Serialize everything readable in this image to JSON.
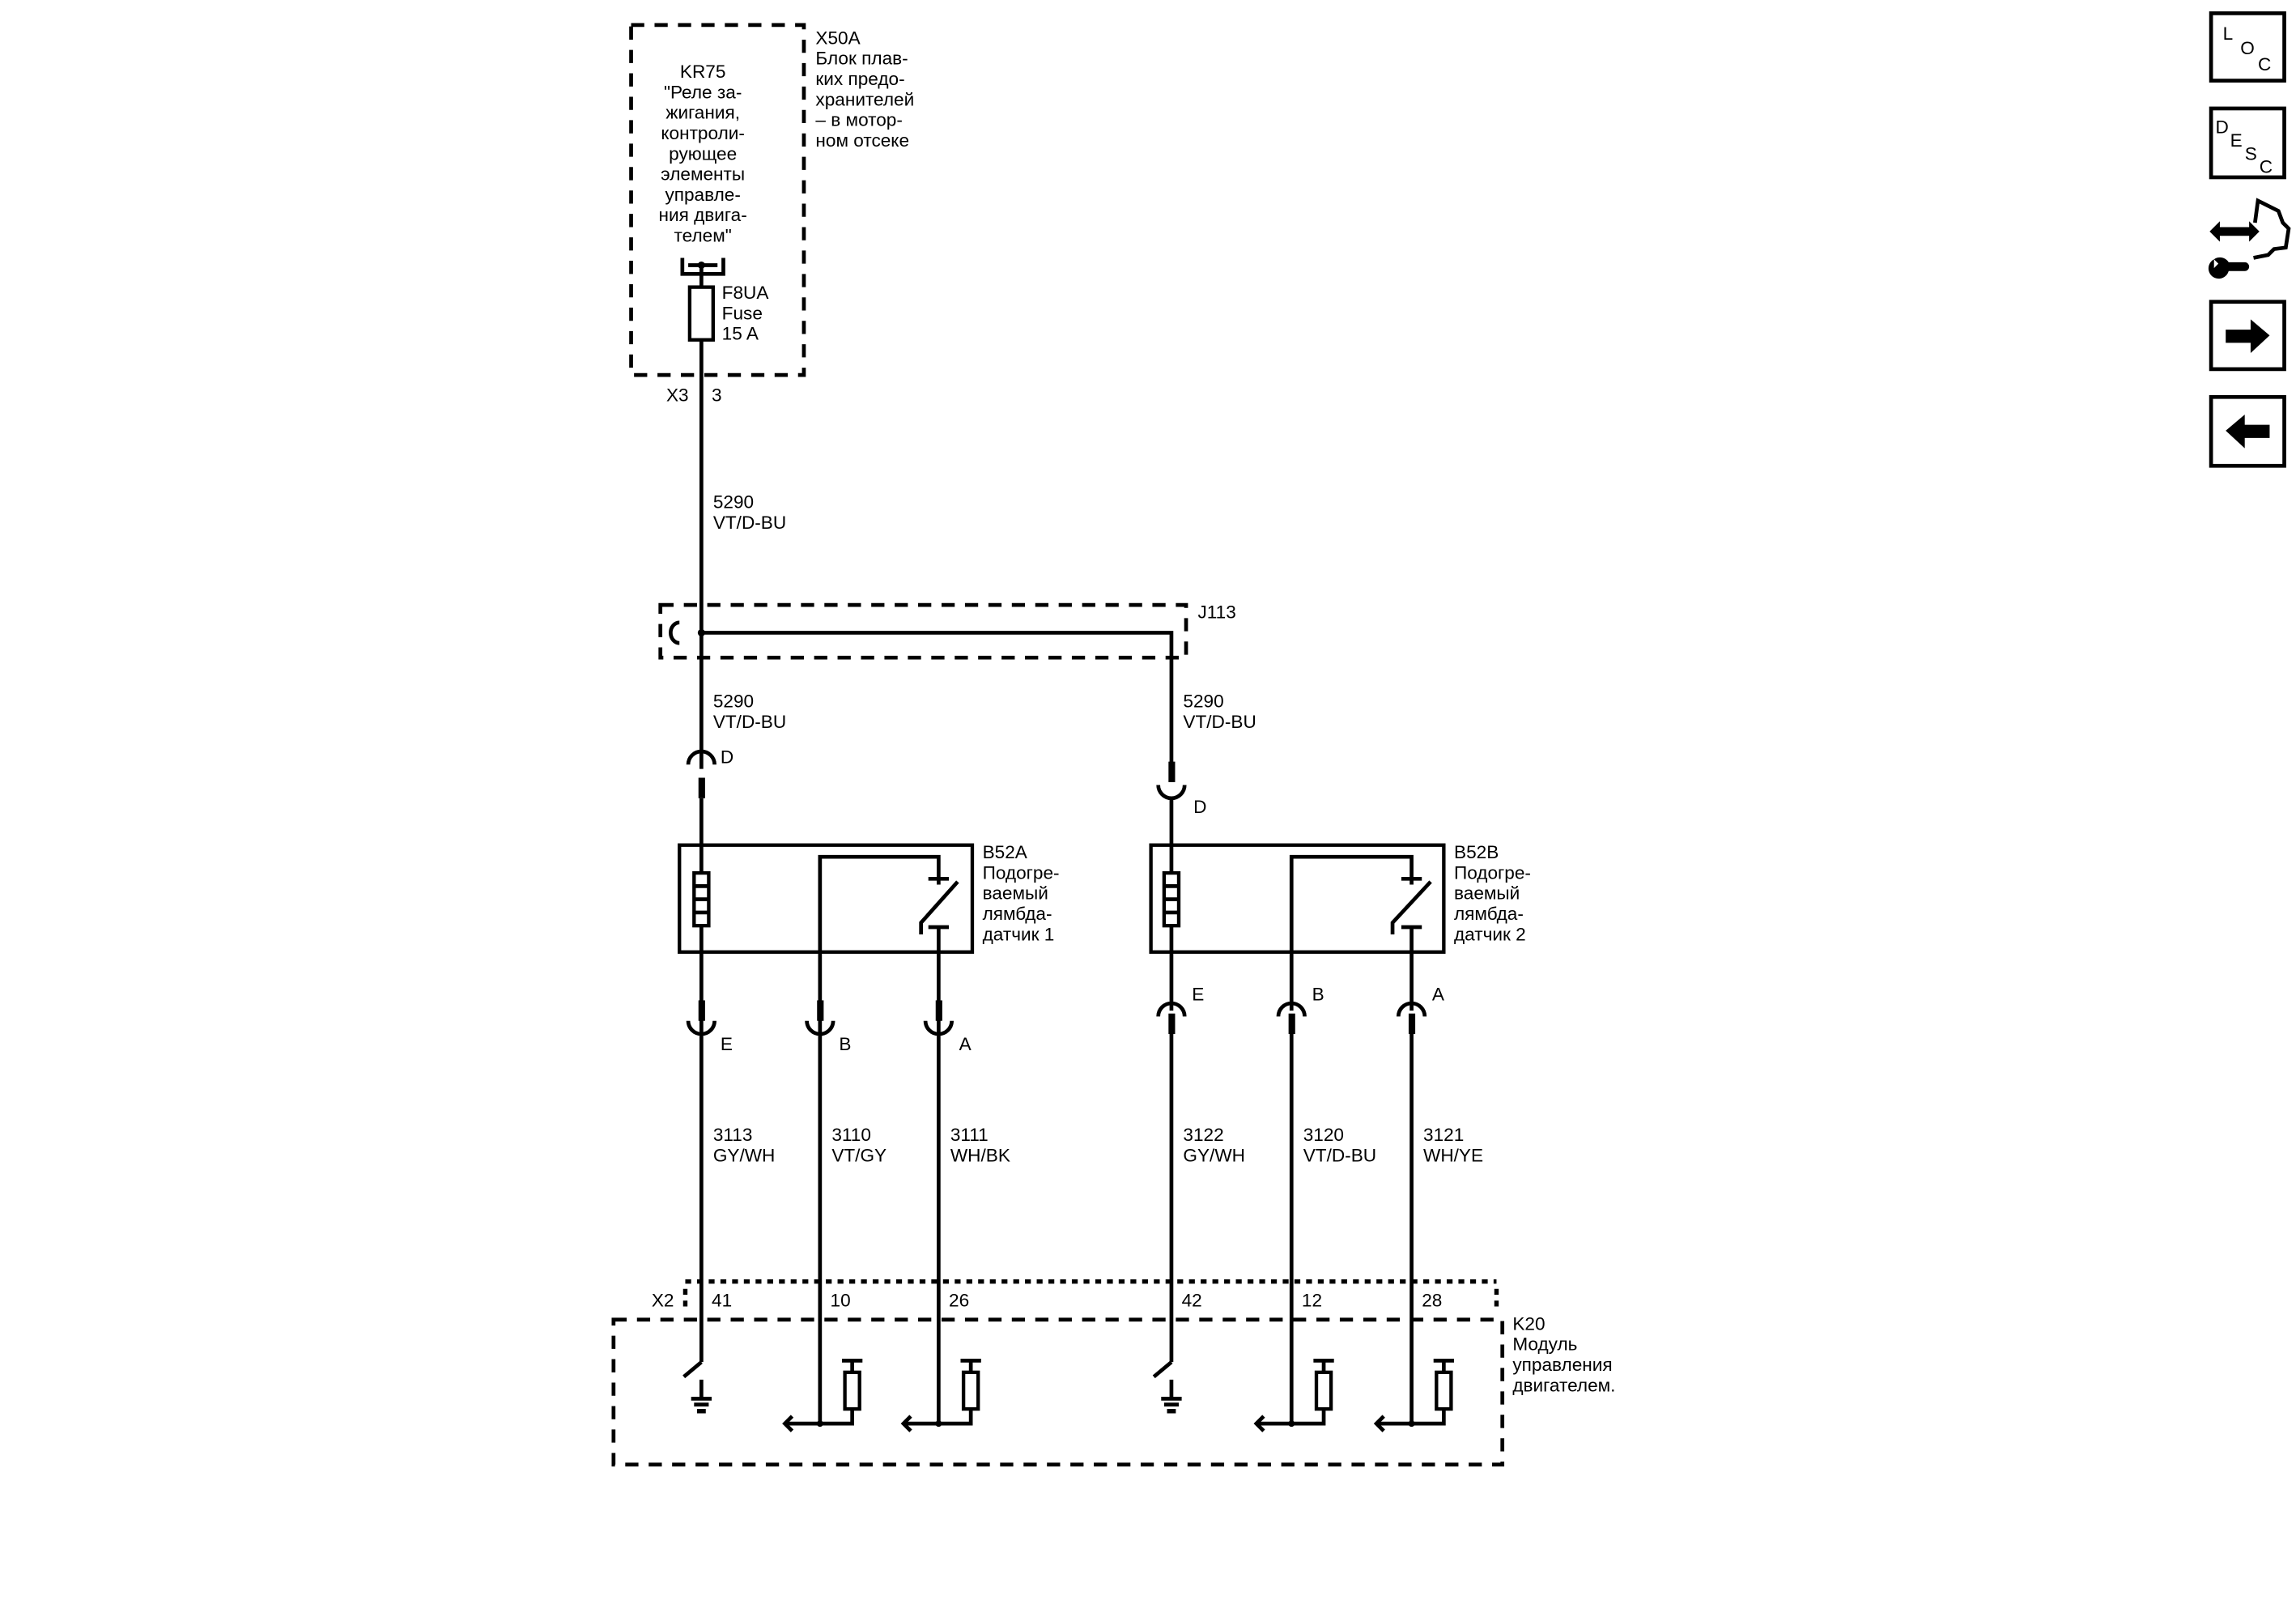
{
  "x50a": {
    "id": "X50A",
    "lines": [
      "Блок плав-",
      "ких предо-",
      "хранителей",
      "– в мотор-",
      "ном отсеке"
    ]
  },
  "kr75": {
    "lines": [
      "KR75",
      "\"Реле за-",
      "жигания,",
      "контроли-",
      "рующее",
      "элементы",
      "управле-",
      "ния двига-",
      "телем\""
    ]
  },
  "fuse": {
    "lines": [
      "F8UA",
      "Fuse",
      "15 A"
    ]
  },
  "x3": {
    "conn": "X3",
    "pin": "3"
  },
  "wire_top": {
    "num": "5290",
    "color": "VT/D-BU"
  },
  "j113": {
    "id": "J113"
  },
  "wire_j_left": {
    "num": "5290",
    "color": "VT/D-BU"
  },
  "wire_j_right": {
    "num": "5290",
    "color": "VT/D-BU"
  },
  "b52a": {
    "lines": [
      "B52A",
      "Подогре-",
      "ваемый",
      "лямбда-",
      "датчик 1"
    ],
    "pin_top": "D",
    "pins": [
      "E",
      "B",
      "A"
    ]
  },
  "b52b": {
    "lines": [
      "B52B",
      "Подогре-",
      "ваемый",
      "лямбда-",
      "датчик 2"
    ],
    "pin_top": "D",
    "pins": [
      "E",
      "B",
      "A"
    ]
  },
  "wires": [
    {
      "num": "3113",
      "color": "GY/WH"
    },
    {
      "num": "3110",
      "color": "VT/GY"
    },
    {
      "num": "3111",
      "color": "WH/BK"
    },
    {
      "num": "3122",
      "color": "GY/WH"
    },
    {
      "num": "3120",
      "color": "VT/D-BU"
    },
    {
      "num": "3121",
      "color": "WH/YE"
    }
  ],
  "k20": {
    "conn": "X2",
    "pins": [
      "41",
      "10",
      "26",
      "42",
      "12",
      "28"
    ],
    "lines": [
      "K20",
      "Модуль",
      "управления",
      "двигателем."
    ]
  },
  "nav": {
    "loc": [
      "L",
      "O",
      "C"
    ],
    "desc": [
      "D",
      "E",
      "S",
      "C"
    ]
  }
}
